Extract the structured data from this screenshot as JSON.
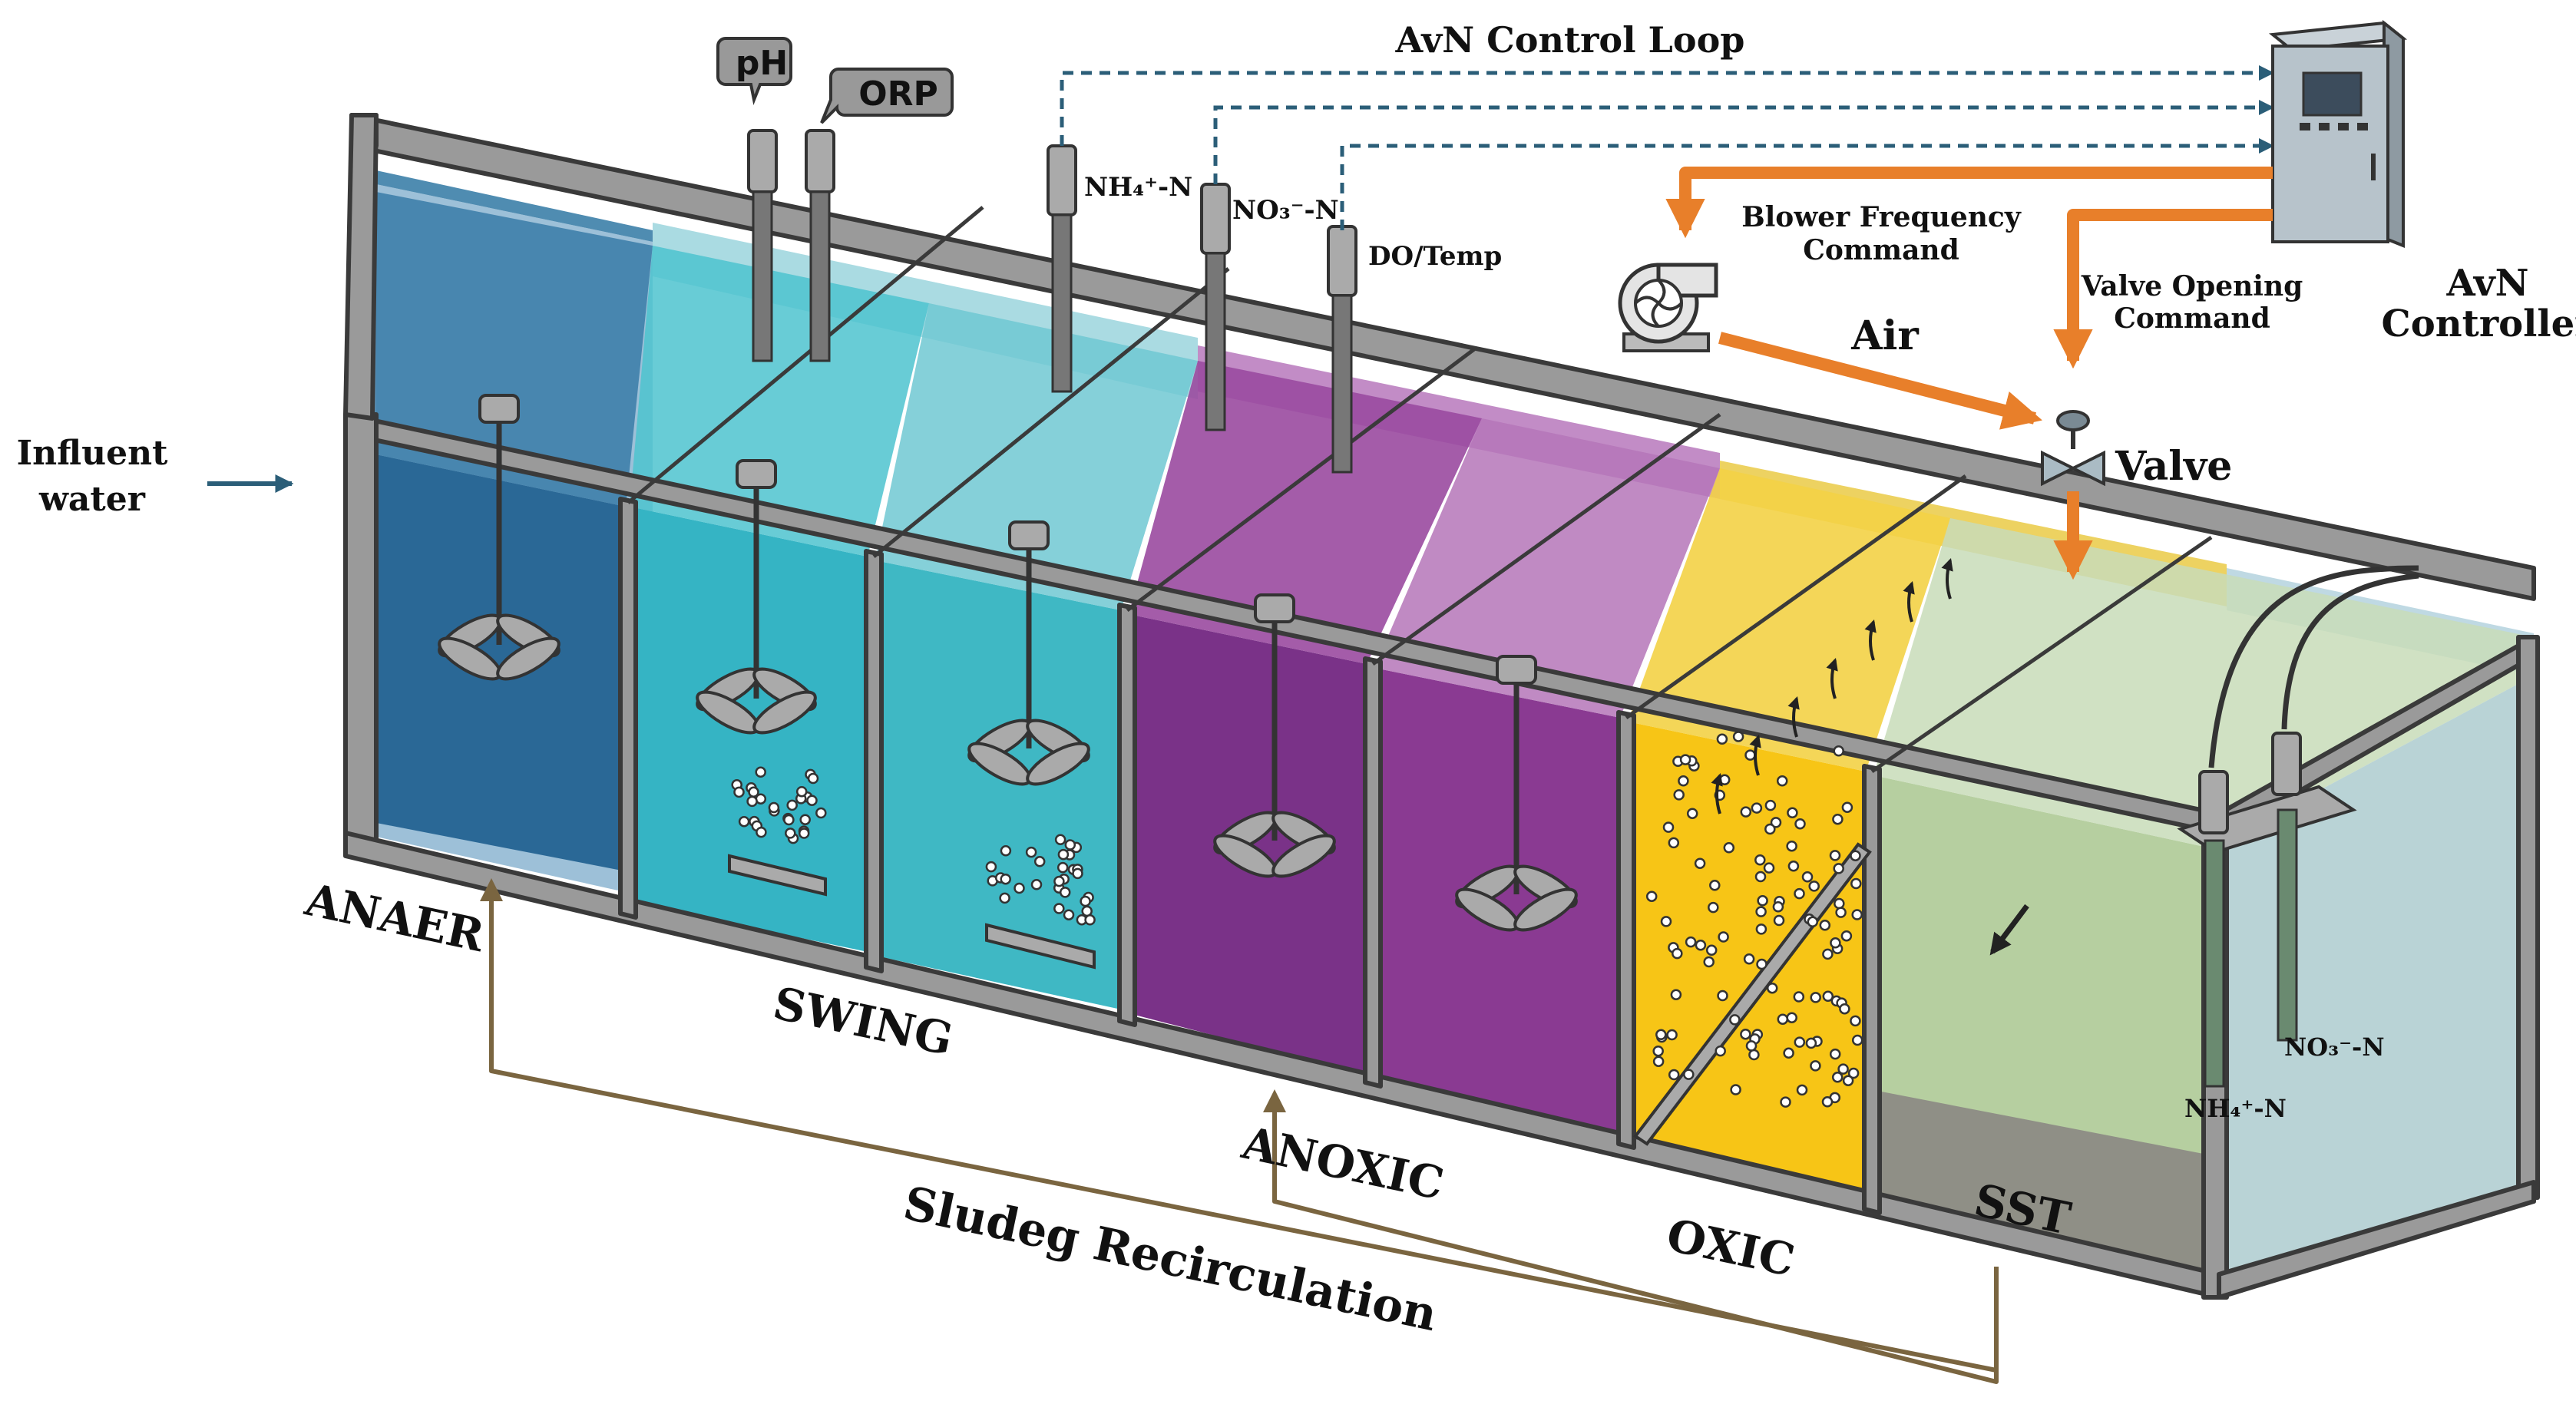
{
  "title": "AvN Control Loop",
  "controller": {
    "label_line1": "AvN",
    "label_line2": "Controller"
  },
  "commands": {
    "blower_line1": "Blower Frequency",
    "blower_line2": "Command",
    "valve_line1": "Valve Opening",
    "valve_line2": "Command"
  },
  "air_label": "Air",
  "valve_label": "Valve",
  "influent": {
    "line1": "Influent",
    "line2": "water"
  },
  "sensors": {
    "ph": "pH",
    "orp": "ORP",
    "nh4": "NH₄⁺-N",
    "no3": "NO₃⁻-N",
    "do_temp": "DO/Temp",
    "sst_nh4": "NH₄⁺-N",
    "sst_no3": "NO₃⁻-N"
  },
  "zones": {
    "anaer": "ANAER",
    "swing": "SWING",
    "anoxic": "ANOXIC",
    "oxic": "OXIC",
    "sst": "SST"
  },
  "recirculation_label": "Sludeg Recirculation",
  "colors": {
    "anaer": "#2a6896",
    "swing": "#35b4c4",
    "anoxic": "#8a3a92",
    "oxic": "#f7c516",
    "sst": "#a9c49a",
    "control_dashed": "#2b5e78",
    "command_orange": "#e87f2a",
    "recirculation": "#7a6540",
    "frame": "#9a9a9a"
  },
  "icons": [
    "ph-sensor-icon",
    "orp-sensor-icon",
    "mixer-icon",
    "diffuser-icon",
    "blower-icon",
    "valve-icon",
    "controller-cabinet-icon",
    "bubble-icon"
  ]
}
